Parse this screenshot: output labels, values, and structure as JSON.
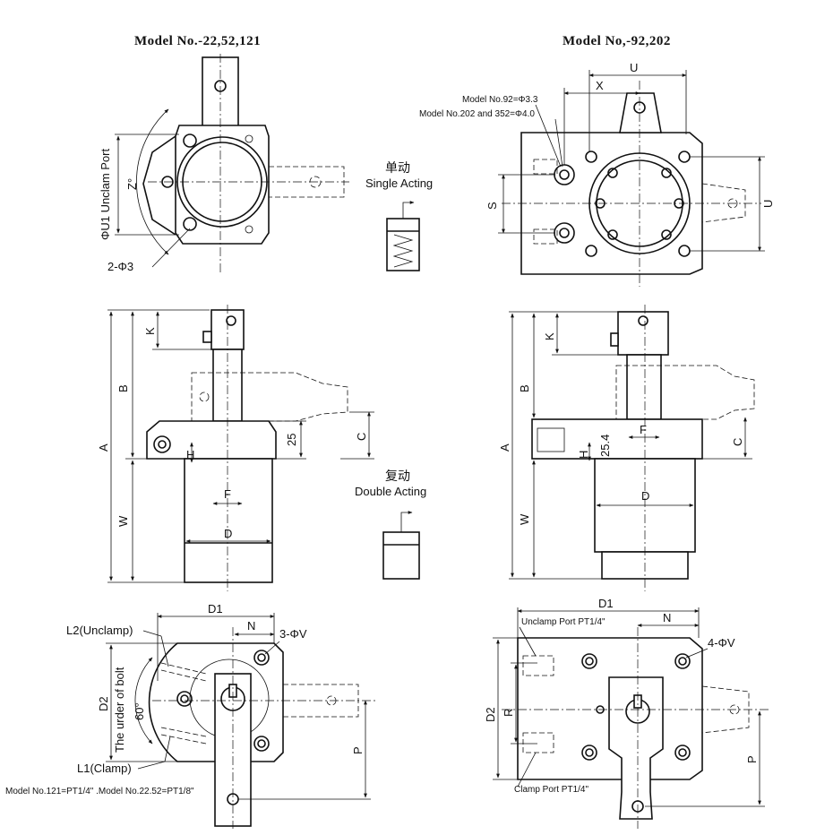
{
  "titles": {
    "left": "Model No.-22,52,121",
    "right": "Model No,-92,202"
  },
  "symbols": {
    "single_cn": "单动",
    "single_en": "Single Acting",
    "double_cn": "复动",
    "double_en": "Double Acting"
  },
  "left_top": {
    "port_label": "ΦU1 Unclam Port",
    "angle": "Z°",
    "holes": "2-Φ3"
  },
  "right_top": {
    "u_top": "U",
    "x": "X",
    "note1": "Model No.92=Φ3.3",
    "note2": "Model No.202 and  352=Φ4.0",
    "s": "S",
    "u_right": "U"
  },
  "left_mid": {
    "k": "K",
    "b": "B",
    "a": "A",
    "w": "W",
    "c": "C",
    "h": "H",
    "dim25": "25",
    "f": "F",
    "d": "D"
  },
  "right_mid": {
    "k": "K",
    "b": "B",
    "a": "A",
    "w": "W",
    "c": "C",
    "h": "H",
    "dim254": "25.4",
    "f": "F",
    "d": "D"
  },
  "left_bot": {
    "d1": "D1",
    "n": "N",
    "holes": "3-ΦV",
    "l2": "L2(Unclamp)",
    "d2": "D2",
    "bolt_order": "The urder of bolt",
    "angle60": "60°",
    "p": "P",
    "l1": "L1(Clamp)",
    "note": "Model No.121=PT1/4\" .Model No.22.52=PT1/8\""
  },
  "right_bot": {
    "d1": "D1",
    "unclamp_port": "Unclamp Port PT1/4\"",
    "n": "N",
    "holes": "4-ΦV",
    "d2": "D2",
    "r": "R",
    "p": "P",
    "clamp_port": "Clamp Port PT1/4\""
  }
}
